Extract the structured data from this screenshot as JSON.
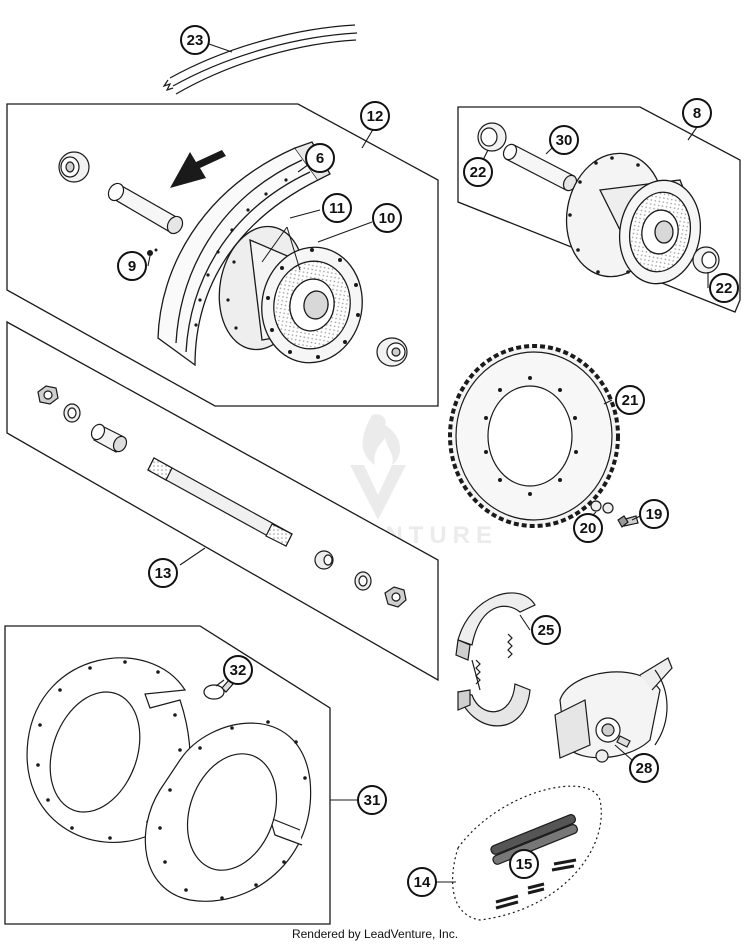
{
  "diagram": {
    "callouts": [
      "23",
      "12",
      "6",
      "11",
      "10",
      "9",
      "8",
      "30",
      "22",
      "22",
      "21",
      "20",
      "19",
      "13",
      "25",
      "32",
      "31",
      "28",
      "15",
      "14"
    ],
    "watermark_text": "LEADVENTURE",
    "footer_text": "Rendered by LeadVenture, Inc."
  },
  "colors": {
    "line": "#1a1a1a",
    "fill": "#f2f2f2",
    "badge_ring": "#111111",
    "badge_bg": "#ffffff",
    "watermark": "#d9d9d9"
  }
}
